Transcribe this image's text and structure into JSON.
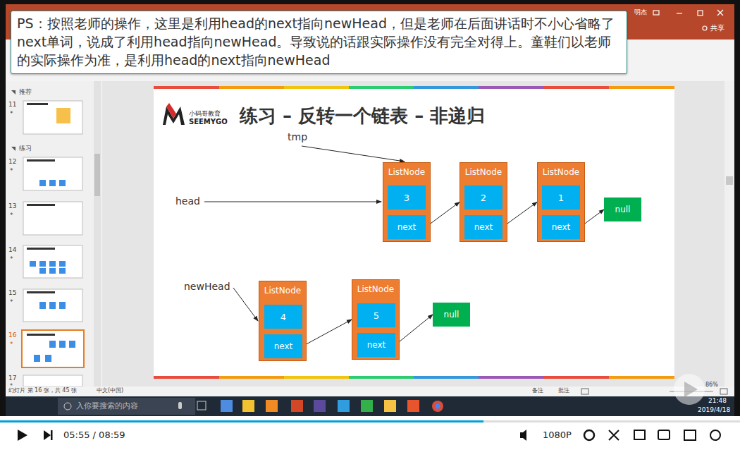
{
  "diagram": {
    "title": "练习 – 反转一个链表 – 非递归",
    "nodes": [
      {
        "text": [
          "ListNode"
        ]
      },
      {
        "text": [
          "3"
        ],
        "in": 0
      },
      {
        "text": [
          "next"
        ],
        "in": 0
      },
      {
        "text": [
          "ListNode"
        ]
      },
      {
        "text": [
          "2"
        ],
        "in": 3
      },
      {
        "text": [
          "next"
        ],
        "in": 3
      },
      {
        "text": [
          "ListNode"
        ]
      },
      {
        "text": [
          "1"
        ],
        "in": 6
      },
      {
        "text": [
          "next"
        ],
        "in": 6
      },
      {
        "text": [
          "null"
        ]
      },
      {
        "text": [
          "ListNode"
        ]
      },
      {
        "text": [
          "4"
        ],
        "in": 10
      },
      {
        "text": [
          "next"
        ],
        "in": 10
      },
      {
        "text": [
          "ListNode"
        ]
      },
      {
        "text": [
          "5"
        ],
        "in": 13
      },
      {
        "text": [
          "next"
        ],
        "in": 13
      },
      {
        "text": [
          "null"
        ]
      }
    ],
    "edges": [
      {
        "from": 2,
        "to": 3,
        "arrow": "to"
      },
      {
        "from": 5,
        "to": 6,
        "arrow": "to"
      },
      {
        "from": 8,
        "to": 9,
        "arrow": "to"
      },
      {
        "from": 12,
        "to": 13,
        "arrow": "to"
      },
      {
        "from": 15,
        "to": 16,
        "arrow": "to"
      }
    ],
    "labels": [
      "PS：按照老师的操作，这里是利用head的next指向newHead，但是老师在后面讲话时不小心省略了next单词，说成了利用head指向newHead。导致说的话跟实际操作没有完全对得上。童鞋们以老师的实际操作为准，是利用head的next指向newHead",
      "小码哥教育",
      "SEEMYGO",
      "tmp",
      "head",
      "newHead",
      "明杰",
      "共享",
      "推荐",
      "11",
      "*",
      "练习",
      "12",
      "*",
      "13",
      "*",
      "14",
      "*",
      "15",
      "*",
      "16",
      "*",
      "17",
      "*",
      "幻灯片 第 16 张，共 45 张",
      "中文(中国)",
      "备注",
      "批注",
      "86%",
      "入你要搜索的内容",
      "21:48",
      "2019/4/18",
      "05:55 / 08:59",
      "1080P"
    ]
  }
}
